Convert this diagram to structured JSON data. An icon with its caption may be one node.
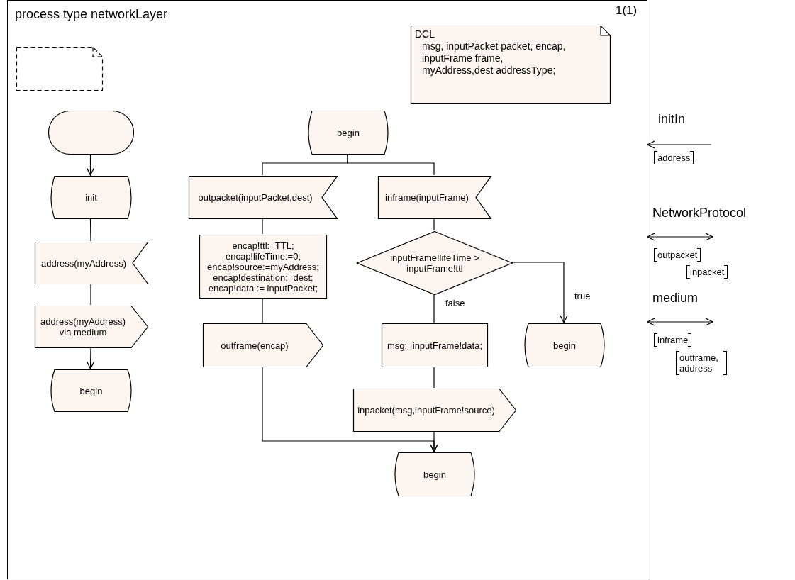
{
  "diagram": {
    "nodes": [
      {
        "text": [
          "process type networkLayer"
        ]
      },
      {
        "text": [],
        "shape": "note",
        "in": 0
      },
      {
        "text": [
          "DCL",
          "msg, inputPacket packet, encap, inputFrame frame, myAddress,dest addressType;"
        ],
        "in": 0
      },
      {
        "text": [],
        "shape": "oval",
        "in": 0
      },
      {
        "text": [
          "init"
        ],
        "in": 0
      },
      {
        "text": [
          "address(myAddress)"
        ],
        "in": 0
      },
      {
        "text": [
          "address(myAddress) via medium"
        ],
        "in": 0
      },
      {
        "text": [
          "begin"
        ],
        "in": 0
      },
      {
        "text": [
          "begin"
        ],
        "in": 0
      },
      {
        "text": [
          "outpacket(inputPacket,dest)"
        ],
        "in": 0
      },
      {
        "text": [
          "inframe(inputFrame)"
        ],
        "in": 0
      },
      {
        "text": [
          "encap!ttl:=TTL; encap!lifeTime:=0; encap!source:=myAddress; encap!destination:=dest; encap!data := inputPacket;"
        ],
        "in": 0
      },
      {
        "text": [
          "inputFrame!lifeTime > inputFrame!ttl"
        ],
        "in": 0
      },
      {
        "text": [
          "outframe(encap)"
        ],
        "in": 0
      },
      {
        "text": [
          "msg:=inputFrame!data;"
        ],
        "in": 0
      },
      {
        "text": [
          "begin"
        ],
        "in": 0
      },
      {
        "text": [
          "inpacket(msg,inputFrame!source)"
        ],
        "in": 0
      },
      {
        "text": [
          "begin"
        ],
        "in": 0
      }
    ],
    "edges": [
      {
        "from": 3,
        "to": 4,
        "arrow": "to"
      },
      {
        "from": 4,
        "to": 5,
        "arrow": "none"
      },
      {
        "from": 5,
        "to": 6,
        "arrow": "none"
      },
      {
        "from": 6,
        "to": 7,
        "arrow": "to"
      },
      {
        "from": 8,
        "to": 9,
        "arrow": "none"
      },
      {
        "from": 8,
        "to": 10,
        "arrow": "none"
      },
      {
        "from": 9,
        "to": 11,
        "arrow": "none"
      },
      {
        "from": 10,
        "to": 12,
        "arrow": "none"
      },
      {
        "from": 11,
        "to": 13,
        "arrow": "none"
      },
      {
        "from": 12,
        "to": 15,
        "arrow": "to",
        "label": "true"
      },
      {
        "from": 12,
        "to": 14,
        "arrow": "none",
        "label": "false"
      },
      {
        "from": 14,
        "to": 16,
        "arrow": "none"
      },
      {
        "from": 13,
        "to": 17,
        "arrow": "to"
      },
      {
        "from": 16,
        "to": 17,
        "arrow": "to"
      },
      {
        "from": null,
        "to": 0,
        "arrow": "to",
        "label": "initIn"
      },
      {
        "from": 0,
        "to": null,
        "arrow": "both",
        "label": "NetworkProtocol"
      },
      {
        "from": 0,
        "to": null,
        "arrow": "both",
        "label": "medium"
      }
    ],
    "labels": [
      "1(1)",
      "address",
      "outpacket",
      "inpacket",
      "inframe",
      "outframe, address"
    ]
  }
}
